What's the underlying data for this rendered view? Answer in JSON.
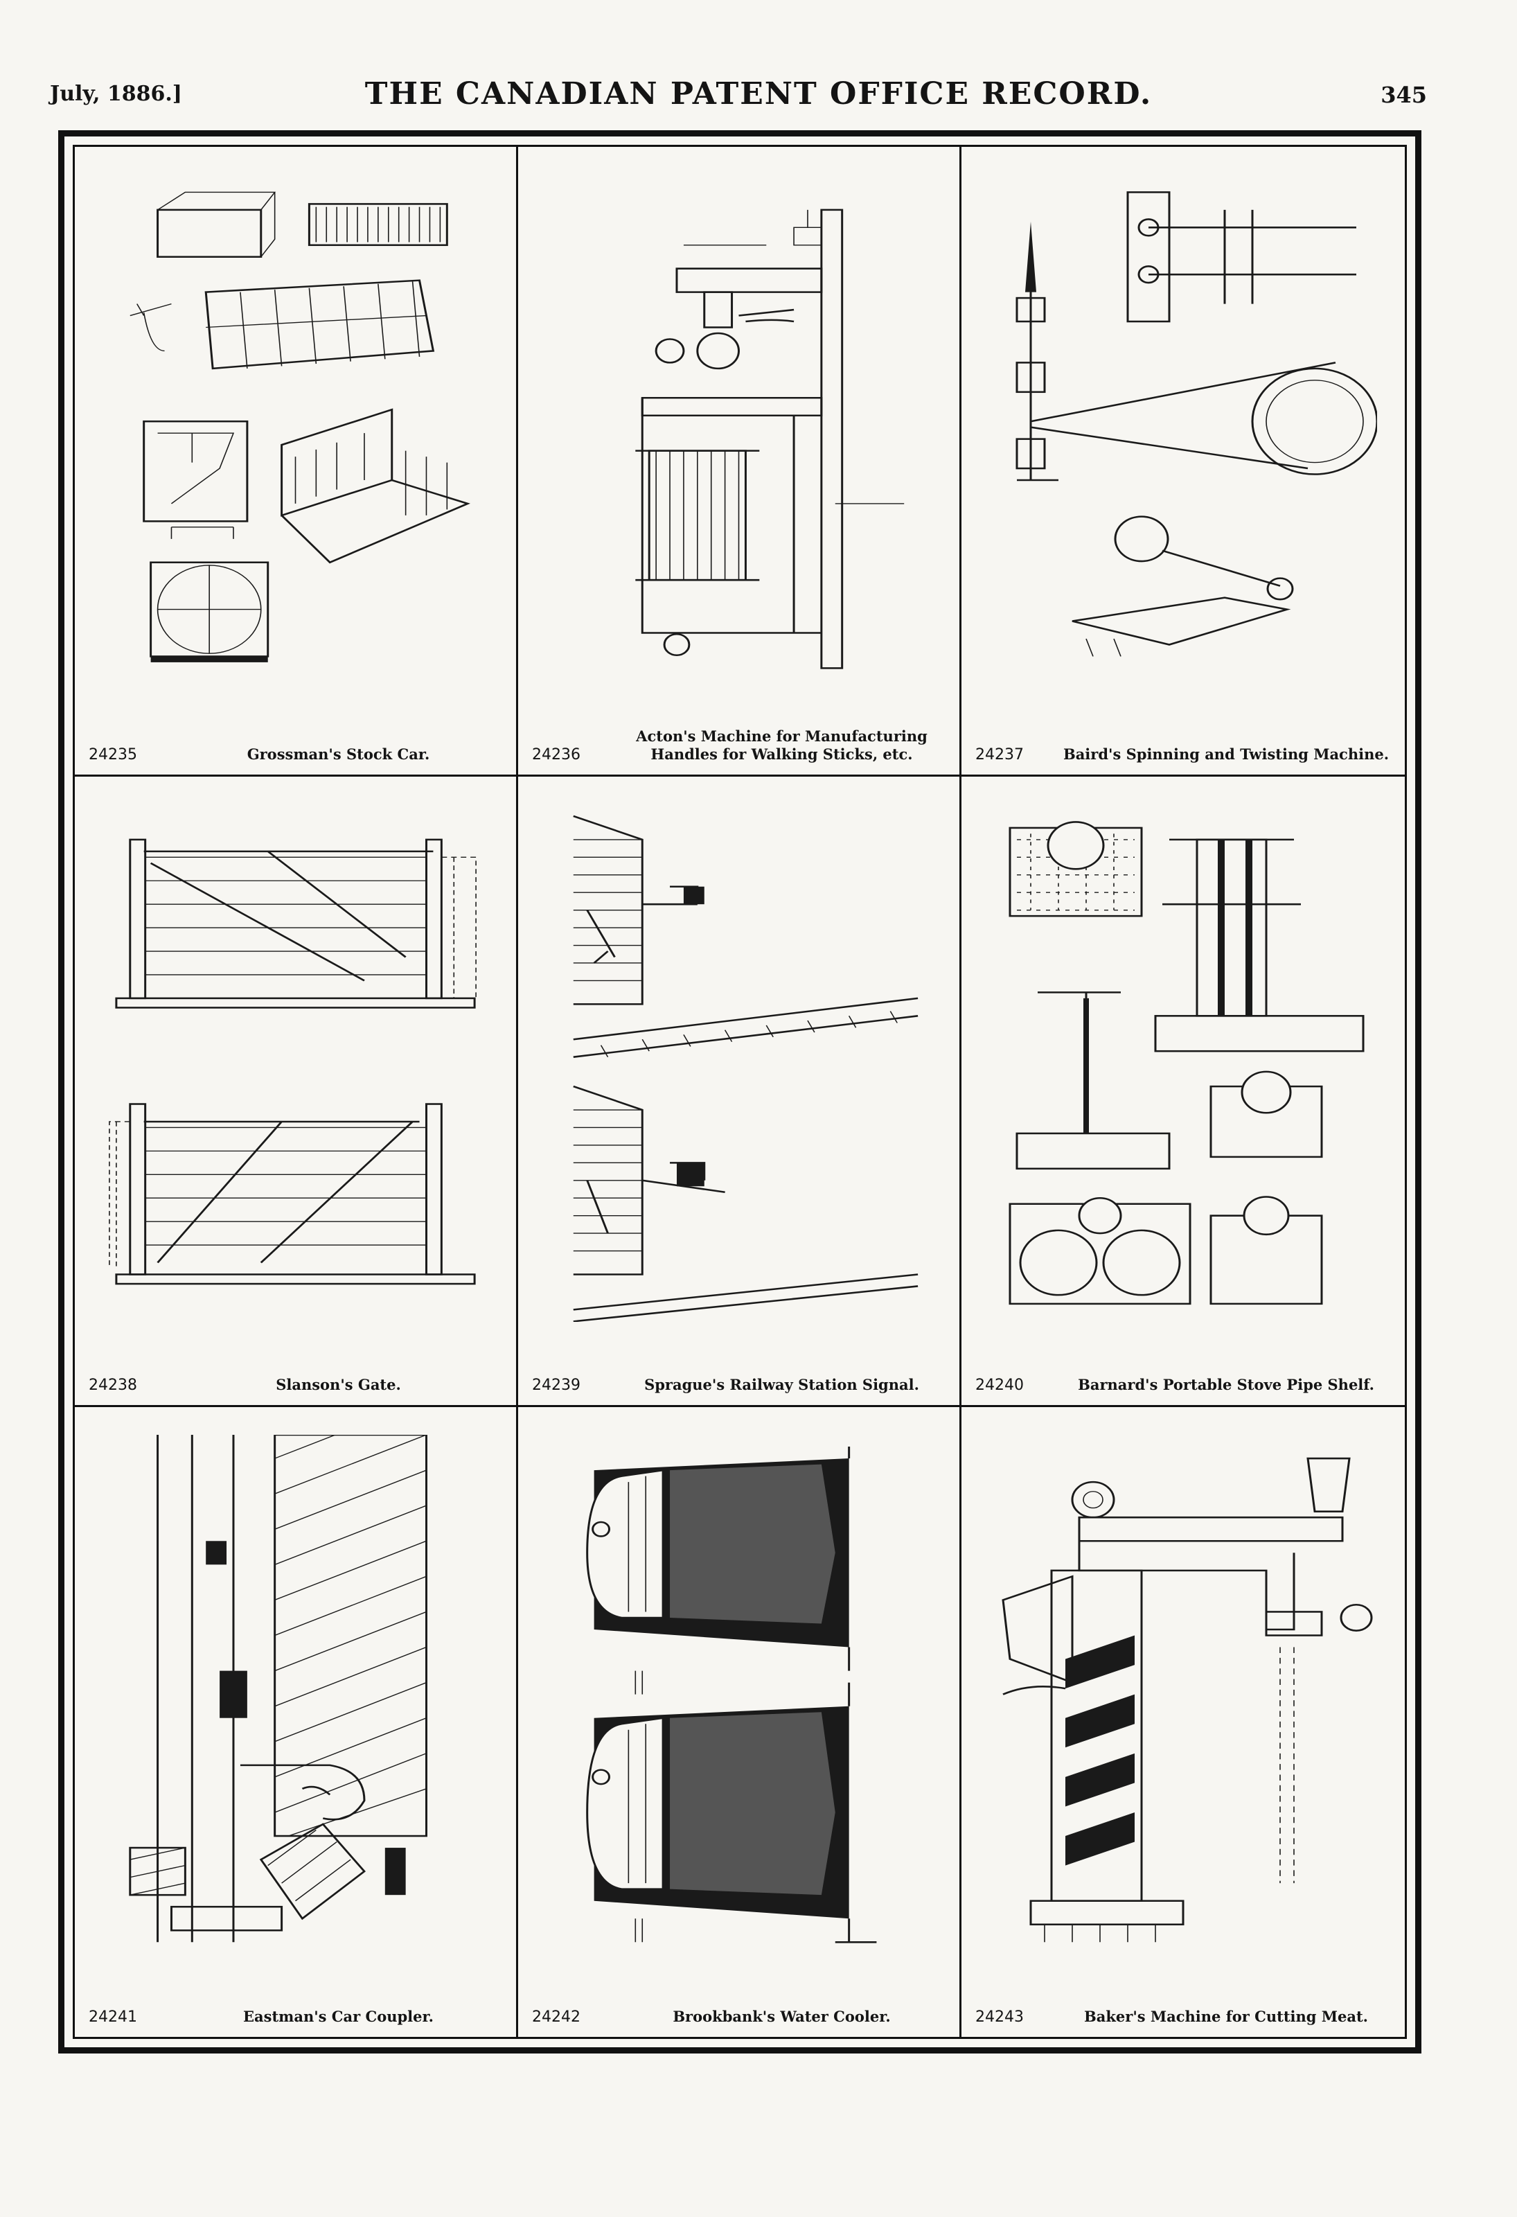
{
  "header": {
    "date": "July, 1886.]",
    "title": "THE CANADIAN PATENT OFFICE RECORD.",
    "page_number": "345"
  },
  "patents": [
    {
      "number": "24235",
      "title": "Grossman's Stock Car."
    },
    {
      "number": "24236",
      "title": "Acton's Machine for Manufacturing Handles for Walking Sticks, etc."
    },
    {
      "number": "24237",
      "title": "Baird's Spinning and Twisting Machine."
    },
    {
      "number": "24238",
      "title": "Slanson's Gate."
    },
    {
      "number": "24239",
      "title": "Sprague's Railway Station Signal."
    },
    {
      "number": "24240",
      "title": "Barnard's Portable Stove Pipe Shelf."
    },
    {
      "number": "24241",
      "title": "Eastman's Car Coupler."
    },
    {
      "number": "24242",
      "title": "Brookbank's Water Cooler."
    },
    {
      "number": "24243",
      "title": "Baker's Machine for Cutting Meat."
    }
  ]
}
